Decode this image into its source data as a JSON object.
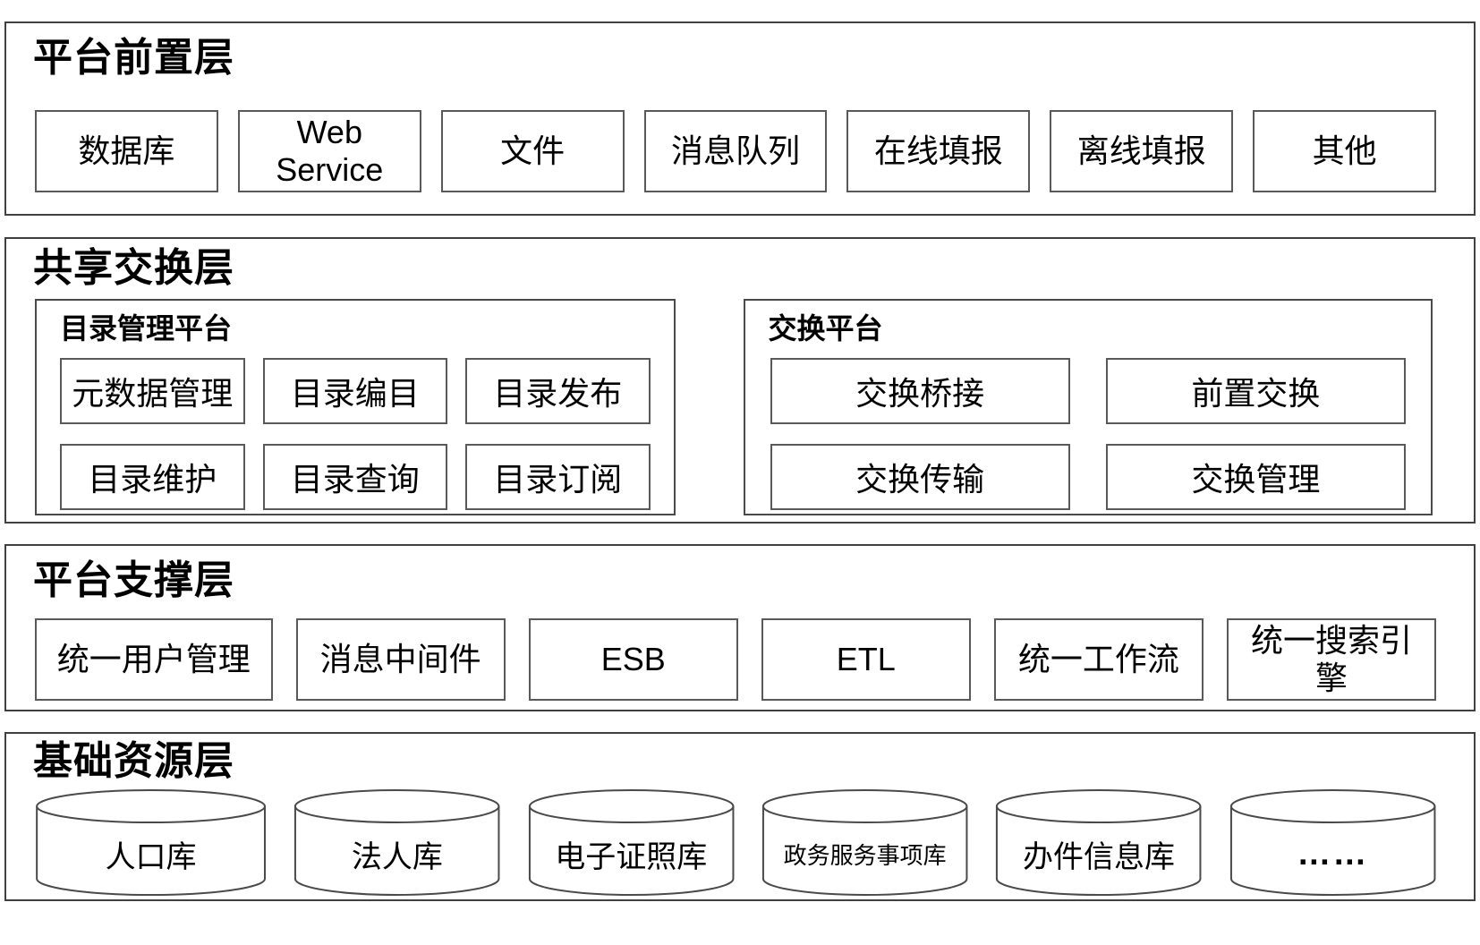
{
  "colors": {
    "background": "#ffffff",
    "outer_border": "#404040",
    "box_border": "#595959",
    "text": "#000000"
  },
  "layers": {
    "front": {
      "title": "平台前置层",
      "boxes": [
        "数据库",
        "Web Service",
        "文件",
        "消息队列",
        "在线填报",
        "离线填报",
        "其他"
      ]
    },
    "exchange": {
      "title": "共享交换层",
      "catalog": {
        "title": "目录管理平台",
        "boxes": [
          "元数据管理",
          "目录编目",
          "目录发布",
          "目录维护",
          "目录查询",
          "目录订阅"
        ]
      },
      "platform": {
        "title": "交换平台",
        "boxes": [
          "交换桥接",
          "前置交换",
          "交换传输",
          "交换管理"
        ]
      }
    },
    "support": {
      "title": "平台支撑层",
      "boxes": [
        "统一用户管理",
        "消息中间件",
        "ESB",
        "ETL",
        "统一工作流",
        "统一搜索引擎"
      ]
    },
    "resource": {
      "title": "基础资源层",
      "cylinders": [
        "人口库",
        "法人库",
        "电子证照库",
        "政务服务事项库",
        "办件信息库",
        "……"
      ]
    }
  }
}
